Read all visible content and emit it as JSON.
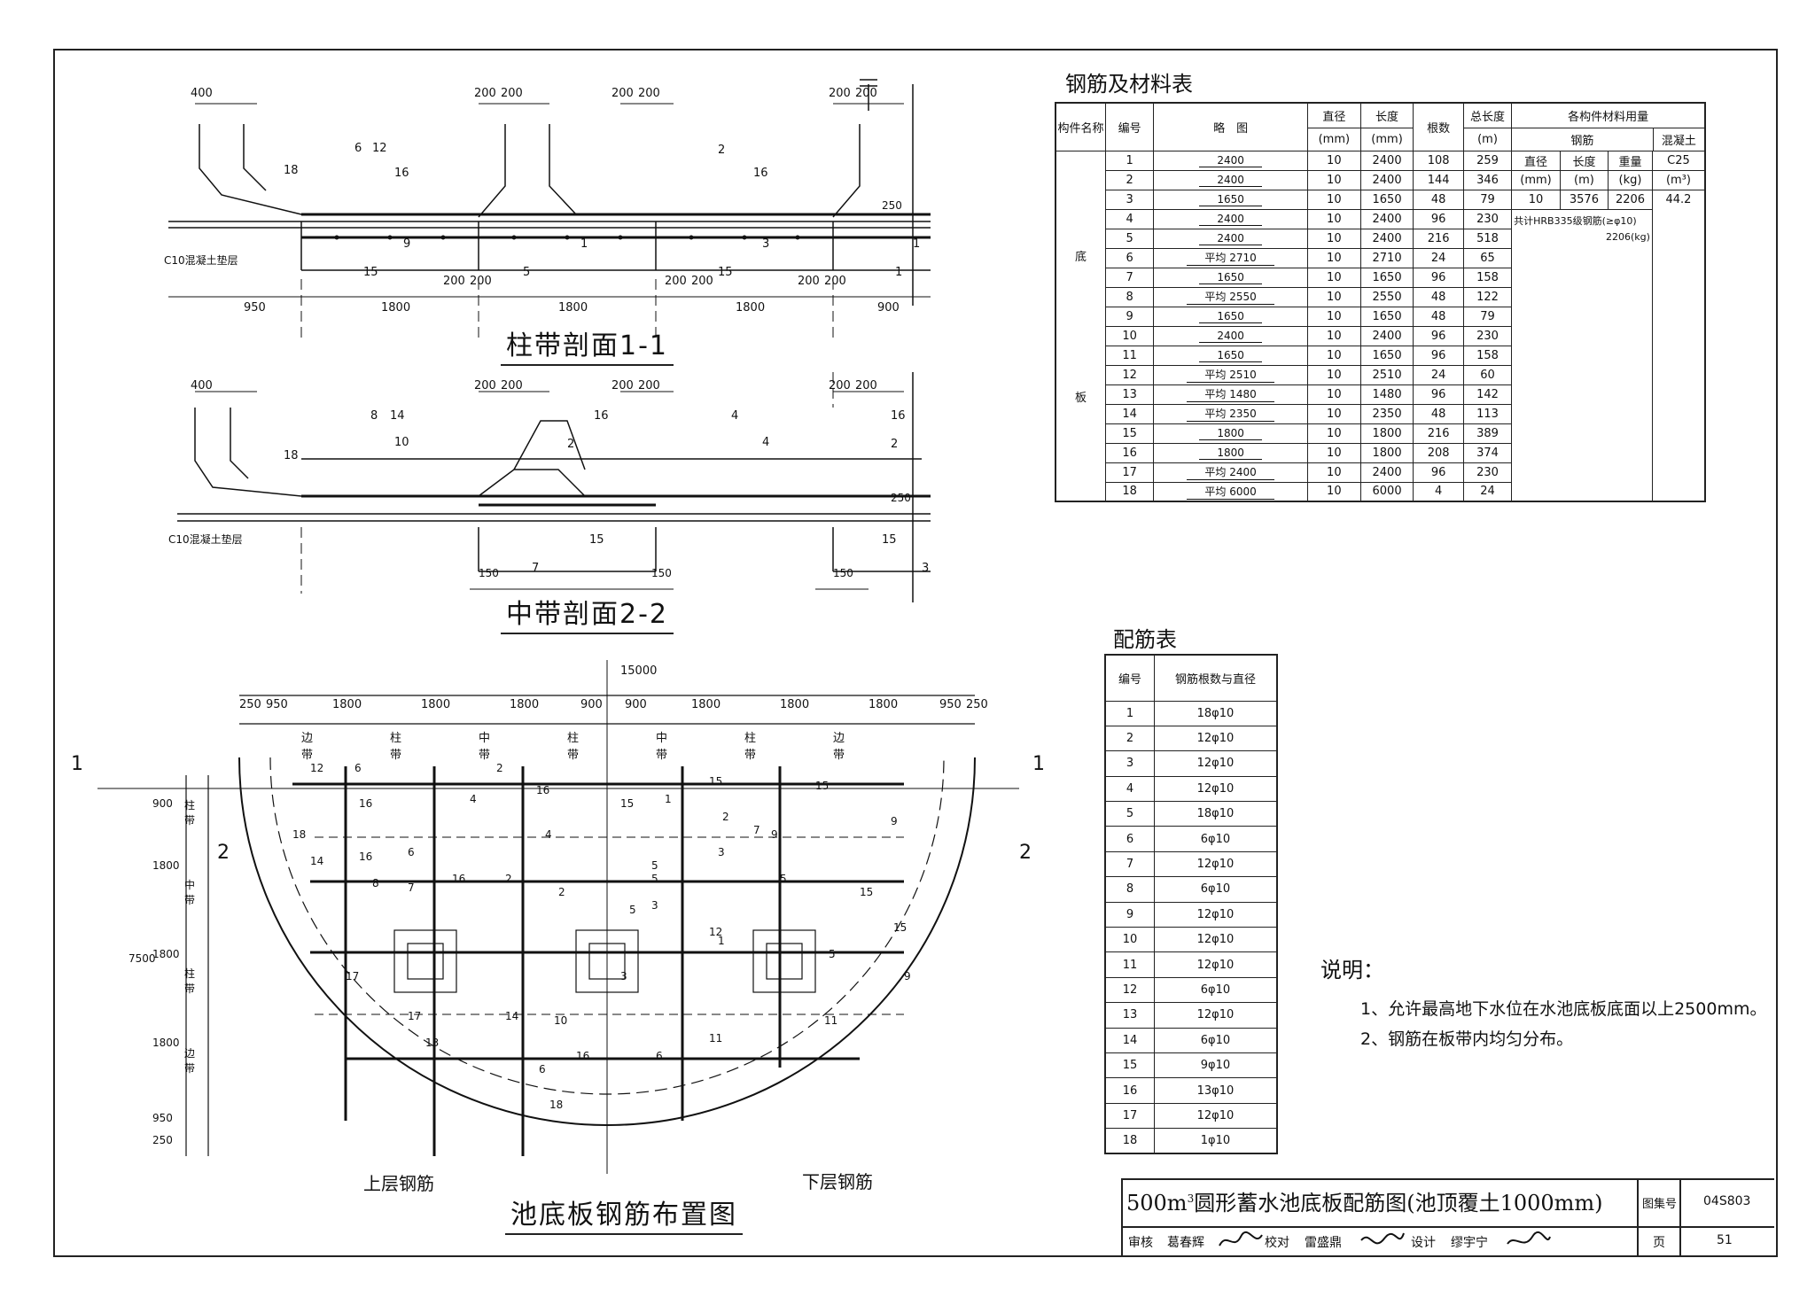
{
  "section1": {
    "title": "柱带剖面1-1",
    "pad_label": "C10混凝土垫层",
    "dims_top": [
      "400",
      "200",
      "200",
      "200",
      "200",
      "200",
      "200"
    ],
    "dims_bottom": [
      "950",
      "1800",
      "1800",
      "1800",
      "900"
    ],
    "dims_mid": [
      "200",
      "200",
      "200",
      "200",
      "200",
      "200"
    ],
    "side": "250",
    "marks": [
      "18",
      "6",
      "12",
      "16",
      "2",
      "16",
      "9",
      "1",
      "3",
      "1",
      "15",
      "5",
      "15",
      "1"
    ]
  },
  "section2": {
    "title": "中带剖面2-2",
    "pad_label": "C10混凝土垫层",
    "dims_top": [
      "400",
      "200",
      "200",
      "200",
      "200",
      "200",
      "200"
    ],
    "dims_bottom": [
      "150",
      "150",
      "150"
    ],
    "side": "250",
    "marks": [
      "8",
      "14",
      "10",
      "16",
      "2",
      "4",
      "4",
      "16",
      "2",
      "18",
      "15",
      "15",
      "7",
      "3"
    ]
  },
  "plan": {
    "title": "池底板钢筋布置图",
    "upper_label": "上层钢筋",
    "lower_label": "下层钢筋",
    "width_label": "15000",
    "top_dims": [
      "250",
      "950",
      "1800",
      "1800",
      "1800",
      "900",
      "900",
      "1800",
      "1800",
      "1800",
      "950",
      "250"
    ],
    "bands": [
      "边带",
      "柱带",
      "中带",
      "柱带",
      "中带",
      "柱带",
      "边带"
    ],
    "left_dims": [
      "900",
      "1800",
      "1800",
      "1800",
      "950",
      "250"
    ],
    "left_bands": [
      "柱带",
      "中带",
      "柱带",
      "边带"
    ],
    "height_label": "7500",
    "section_marks": [
      "1",
      "1",
      "2",
      "2"
    ],
    "marks": [
      "12",
      "6",
      "16",
      "18",
      "14",
      "16",
      "6",
      "8",
      "7",
      "16",
      "2",
      "16",
      "4",
      "2",
      "1",
      "15",
      "5",
      "3",
      "2",
      "15",
      "7",
      "2",
      "3",
      "15",
      "9",
      "17",
      "17",
      "13",
      "14",
      "10",
      "16",
      "6",
      "18",
      "11",
      "9",
      "15",
      "5",
      "15",
      "5",
      "4",
      "6",
      "12",
      "1",
      "3",
      "5",
      "11",
      "9",
      "5"
    ]
  },
  "material": {
    "title": "钢筋及材料表",
    "headers": {
      "member": "构件名称",
      "no": "编号",
      "sketch": "略　图",
      "dia": "直径",
      "dia_unit": "(mm)",
      "len": "长度",
      "len_unit": "(mm)",
      "count": "根数",
      "total": "总长度",
      "total_unit": "(m)",
      "usage": "各构件材料用量",
      "steel": "钢筋",
      "concrete": "混凝土"
    },
    "member_chars": [
      "底",
      "板"
    ],
    "sub_headers": {
      "dia": "直径",
      "dia_unit": "(mm)",
      "len": "长度",
      "len_unit": "(m)",
      "weight": "重量",
      "weight_unit": "(kg)",
      "c25": "C25",
      "c_unit": "(m³)"
    },
    "summary": {
      "dia": "10",
      "len": "3576",
      "weight": "2206",
      "concrete": "44.2",
      "note1": "共计HRB335级钢筋(≥φ10)",
      "note2": "2206(kg)"
    },
    "rows": [
      {
        "no": "1",
        "sketch": "2400",
        "dia": "10",
        "len": "2400",
        "count": "108",
        "total": "259"
      },
      {
        "no": "2",
        "sketch": "2400",
        "dia": "10",
        "len": "2400",
        "count": "144",
        "total": "346"
      },
      {
        "no": "3",
        "sketch": "1650",
        "dia": "10",
        "len": "1650",
        "count": "48",
        "total": "79"
      },
      {
        "no": "4",
        "sketch": "2400",
        "dia": "10",
        "len": "2400",
        "count": "96",
        "total": "230"
      },
      {
        "no": "5",
        "sketch": "2400",
        "dia": "10",
        "len": "2400",
        "count": "216",
        "total": "518"
      },
      {
        "no": "6",
        "sketch": "平均 2710",
        "dia": "10",
        "len": "2710",
        "count": "24",
        "total": "65"
      },
      {
        "no": "7",
        "sketch": "1650",
        "dia": "10",
        "len": "1650",
        "count": "96",
        "total": "158"
      },
      {
        "no": "8",
        "sketch": "平均 2550",
        "dia": "10",
        "len": "2550",
        "count": "48",
        "total": "122"
      },
      {
        "no": "9",
        "sketch": "1650",
        "dia": "10",
        "len": "1650",
        "count": "48",
        "total": "79"
      },
      {
        "no": "10",
        "sketch": "2400",
        "dia": "10",
        "len": "2400",
        "count": "96",
        "total": "230"
      },
      {
        "no": "11",
        "sketch": "1650",
        "dia": "10",
        "len": "1650",
        "count": "96",
        "total": "158"
      },
      {
        "no": "12",
        "sketch": "平均 2510",
        "dia": "10",
        "len": "2510",
        "count": "24",
        "total": "60"
      },
      {
        "no": "13",
        "sketch": "平均 1480",
        "dia": "10",
        "len": "1480",
        "count": "96",
        "total": "142"
      },
      {
        "no": "14",
        "sketch": "平均 2350",
        "dia": "10",
        "len": "2350",
        "count": "48",
        "total": "113"
      },
      {
        "no": "15",
        "sketch": "1800",
        "dia": "10",
        "len": "1800",
        "count": "216",
        "total": "389"
      },
      {
        "no": "16",
        "sketch": "1800",
        "dia": "10",
        "len": "1800",
        "count": "208",
        "total": "374"
      },
      {
        "no": "17",
        "sketch": "平均 2400",
        "dia": "10",
        "len": "2400",
        "count": "96",
        "total": "230"
      },
      {
        "no": "18",
        "sketch": "平均 6000",
        "dia": "10",
        "len": "6000",
        "count": "4",
        "total": "24"
      }
    ]
  },
  "rebar": {
    "title": "配筋表",
    "headers": {
      "no": "编号",
      "spec": "钢筋根数与直径"
    },
    "rows": [
      {
        "no": "1",
        "spec": "18φ10"
      },
      {
        "no": "2",
        "spec": "12φ10"
      },
      {
        "no": "3",
        "spec": "12φ10"
      },
      {
        "no": "4",
        "spec": "12φ10"
      },
      {
        "no": "5",
        "spec": "18φ10"
      },
      {
        "no": "6",
        "spec": "6φ10"
      },
      {
        "no": "7",
        "spec": "12φ10"
      },
      {
        "no": "8",
        "spec": "6φ10"
      },
      {
        "no": "9",
        "spec": "12φ10"
      },
      {
        "no": "10",
        "spec": "12φ10"
      },
      {
        "no": "11",
        "spec": "12φ10"
      },
      {
        "no": "12",
        "spec": "6φ10"
      },
      {
        "no": "13",
        "spec": "12φ10"
      },
      {
        "no": "14",
        "spec": "6φ10"
      },
      {
        "no": "15",
        "spec": "9φ10"
      },
      {
        "no": "16",
        "spec": "13φ10"
      },
      {
        "no": "17",
        "spec": "12φ10"
      },
      {
        "no": "18",
        "spec": "1φ10"
      }
    ]
  },
  "notes": {
    "title": "说明：",
    "items": [
      "1、允许最高地下水位在水池底板底面以上2500mm。",
      "2、钢筋在板带内均匀分布。"
    ]
  },
  "titleblock": {
    "title_pre": "500m",
    "title_sup": "3",
    "title_post": "圆形蓄水池底板配筋图(池顶覆土1000mm)",
    "atlas_label": "图集号",
    "atlas_no": "04S803",
    "review_label": "审核",
    "reviewer": "葛春辉",
    "check_label": "校对",
    "checker": "雷盛鼎",
    "design_label": "设计",
    "designer": "缪宇宁",
    "page_label": "页",
    "page_no": "51"
  }
}
